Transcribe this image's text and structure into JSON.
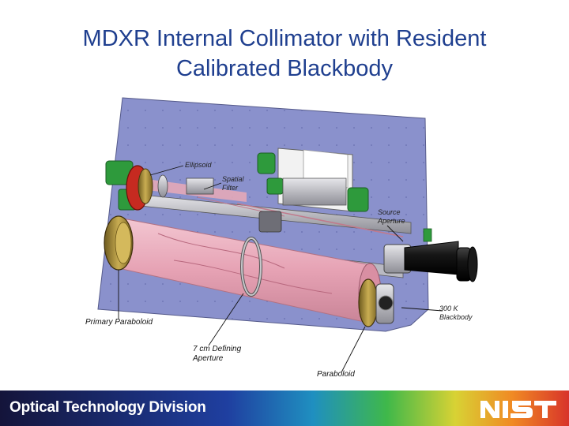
{
  "slide": {
    "title_line1": "MDXR Internal Collimator with Resident",
    "title_line2": "Calibrated Blackbody"
  },
  "labels": {
    "ellipsoid": "Ellipsoid",
    "spatial_filter_1": "Spatial",
    "spatial_filter_2": "Filter",
    "source_aperture_1": "Source",
    "source_aperture_2": "Aperture",
    "blackbody_1": "300 K",
    "blackbody_2": "Blackbody",
    "primary_paraboloid": "Primary Paraboloid",
    "defining_aperture_1": "7 cm Defining",
    "defining_aperture_2": "Aperture",
    "paraboloid": "Paraboloid"
  },
  "footer": {
    "division": "Optical Technology Division",
    "logo_text": "NIST"
  },
  "colors": {
    "title": "#1f3f8f",
    "plate": "#8c93cf",
    "beam": "#e6a7b6",
    "bracket_green": "#2e9a3c"
  }
}
